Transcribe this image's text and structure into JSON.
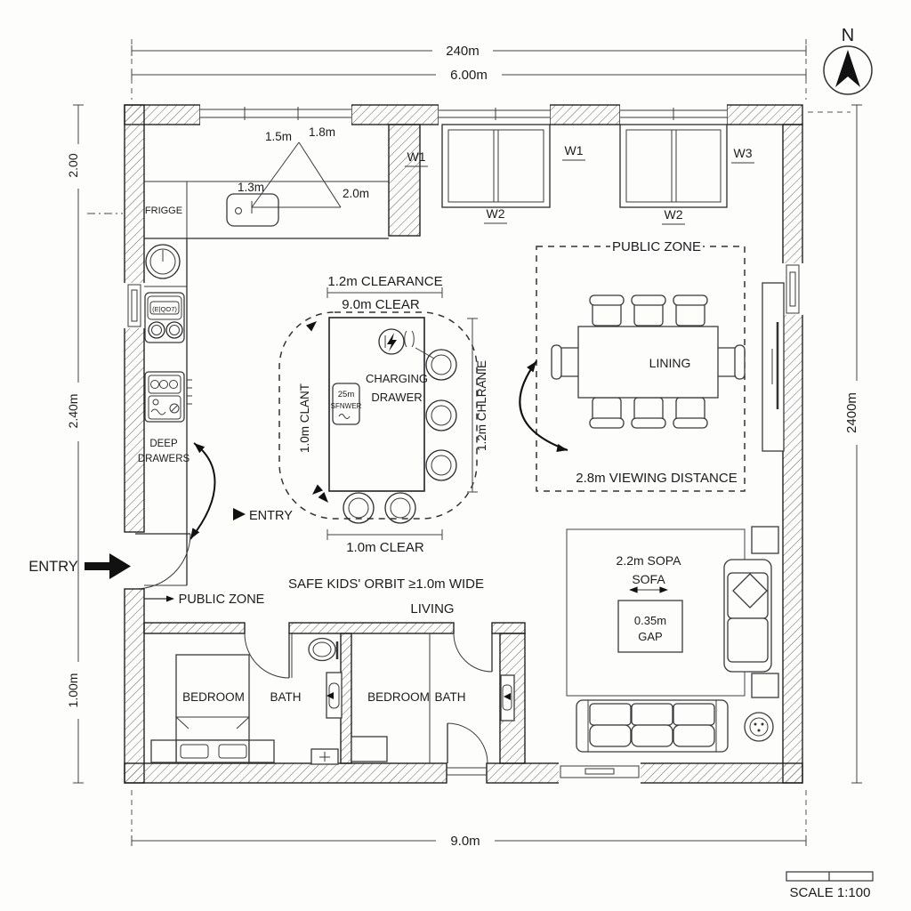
{
  "compass": {
    "label": "N"
  },
  "scale": {
    "label": "SCALE 1:100"
  },
  "dims": {
    "top_outer": "240m",
    "top_inner": "6.00m",
    "left_top": "2.00",
    "left_mid": "2.40m",
    "left_low": "1.00m",
    "right_side": "2400m",
    "bottom": "9.0m"
  },
  "window_tags": {
    "w1_kitchen": "W1",
    "w2_first": "W2",
    "w1_mid": "W1",
    "w2_second": "W2",
    "w3_corner": "W3"
  },
  "kitchen": {
    "fridge": "FRIGGE",
    "cooktop_panel": "(E|QO7)",
    "deep_line1": "DEEP",
    "deep_line2": "DRAWERS",
    "tri_left": "1.5m",
    "tri_right": "1.8m",
    "tri_sink": "1.3m",
    "tri_base": "2.0m"
  },
  "island": {
    "dim_top1": "1.2m CLEARANCE",
    "dim_top2": "9.0m CLEAR",
    "charging1": "CHARGING",
    "charging2": "DRAWER",
    "box1": "25m",
    "box2": "SFNWER",
    "left_rot": "1.0m CLANT",
    "right_rot": "1.2m CHLRANIE",
    "dim_bottom": "1.0m CLEAR",
    "entry_inner": "ENTRY"
  },
  "dining": {
    "zone": "PUBLIC ZONE",
    "table": "LINING",
    "viewing": "2.8m VIEWING DISTANCE"
  },
  "living": {
    "orbit": "SAFE KIDS' ORBIT ≥1.0m WIDE",
    "label": "LIVING",
    "sofa_dim": "2.2m SOPA",
    "sofa": "SOFA",
    "gap1": "0.35m",
    "gap2": "GAP"
  },
  "entry": {
    "outer": "ENTRY",
    "zone": "PUBLIC ZONE"
  },
  "rooms": {
    "bedroom1": "BEDROOM",
    "bath1": "BATH",
    "bedroom2": "BEDROOM",
    "bath2": "BATH"
  }
}
